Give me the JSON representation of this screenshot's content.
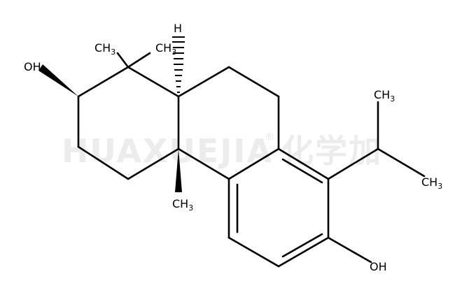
{
  "watermark": {
    "text": "HUAXUEJIA",
    "registered_mark": "®",
    "chinese": "化学加"
  },
  "labels": {
    "oh_top": "OH",
    "oh_bottom": "OH",
    "h_top": "H",
    "ch3_gem_left": "CH",
    "ch3_gem_left_sub": "3",
    "ch3_gem_right": "CH",
    "ch3_gem_right_sub": "3",
    "ch3_angular": "CH",
    "ch3_angular_sub": "3",
    "ch3_iso_top": "CH",
    "ch3_iso_top_sub": "3",
    "ch3_iso_right": "CH",
    "ch3_iso_right_sub": "3"
  }
}
